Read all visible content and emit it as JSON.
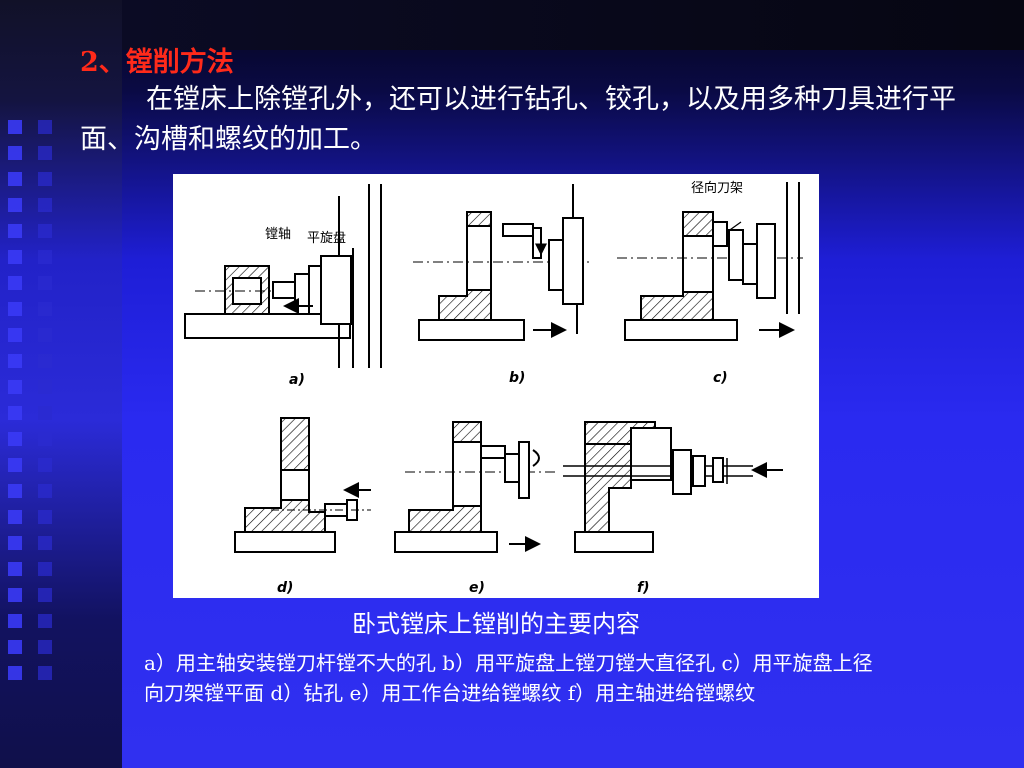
{
  "heading": "2、镗削方法",
  "body_text": "在镗床上除镗孔外，还可以进行钻孔、铰孔，以及用多种刀具进行平面、沟槽和螺纹的加工。",
  "figure": {
    "labels": {
      "spindle": "镗轴",
      "facing_head": "平旋盘",
      "radial_tool_holder": "径向刀架"
    },
    "panels": [
      "a)",
      "b)",
      "c)",
      "d)",
      "e)",
      "f)"
    ]
  },
  "caption": "卧式镗床上镗削的主要内容",
  "note": "a）用主轴安装镗刀杆镗不大的孔  b）用平旋盘上镗刀镗大直径孔  c）用平旋盘上径向刀架镗平面  d）钻孔 e）用工作台进给镗螺纹  f）用主轴进给镗螺纹",
  "colors": {
    "heading": "#ff2a1a",
    "text": "#ffffff",
    "background": "#2a2af0"
  }
}
